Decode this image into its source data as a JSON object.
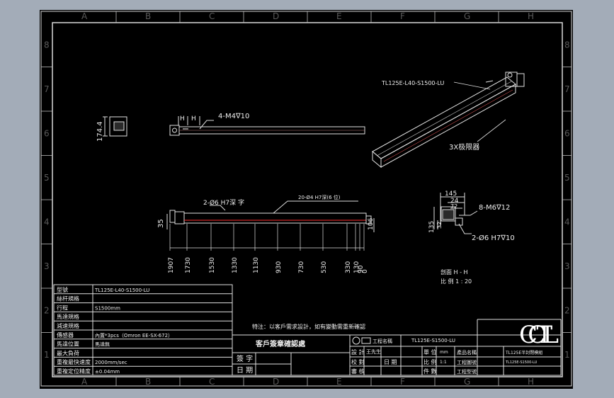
{
  "frame": {
    "column_letters": [
      "A",
      "B",
      "C",
      "D",
      "E",
      "F",
      "G",
      "H"
    ],
    "row_numbers": [
      "8",
      "7",
      "6",
      "5",
      "4",
      "3",
      "2",
      "1"
    ]
  },
  "views": {
    "iso_model_label": "TL125E-L40-S1500-LU",
    "iso_sensor_label": "3X极限器",
    "side_height_dim": "174.4",
    "top_hole_dim": "4-M4∇10",
    "top_small_dims": [
      "H",
      "H"
    ],
    "front_hole_left": "2-Ø6 H7深 字",
    "front_top_note": "20-Ø4 H7深(6 位)",
    "front_height_dim": "35",
    "front_right_dim": "106",
    "front_x_dims": [
      "1907",
      "1730",
      "1530",
      "1330",
      "1130",
      "930",
      "730",
      "530",
      "330",
      "130",
      "90",
      "0"
    ],
    "section_dims": {
      "w145": "145",
      "w24": "24",
      "w72": "72",
      "h135": "135",
      "h32": "32"
    },
    "section_hole_top": "8-M6∇12",
    "section_hole_bottom": "2-Ø6 H7∇10",
    "section_caption": "剖面 H - H",
    "section_scale": "比 例 1 : 20"
  },
  "spec_table": {
    "rows": [
      {
        "label": "型號",
        "value": "TL125E-L40-S1500-LU"
      },
      {
        "label": "絲杆規格",
        "value": ""
      },
      {
        "label": "行程",
        "value": "S1500mm"
      },
      {
        "label": "馬達規格",
        "value": ""
      },
      {
        "label": "減速規格",
        "value": ""
      },
      {
        "label": "傳感器",
        "value": "內置*3pcs（Omron EE-SX-672）"
      },
      {
        "label": "馬達位置",
        "value": "馬達無"
      },
      {
        "label": "最大負荷",
        "value": ""
      },
      {
        "label": "重複最快速度",
        "value": "2000mm/sec"
      },
      {
        "label": "重複定位精度",
        "value": "±0.04mm"
      }
    ]
  },
  "note": "特注：以客戶需求設計，如有變動需重新確認",
  "approval": {
    "title": "客戶簽章確認處",
    "sign_label": "簽 字",
    "date_label": "日 期"
  },
  "title_block": {
    "col1": [
      "設 計",
      "校 對",
      "審 核"
    ],
    "col1b": [
      "王先生",
      "",
      ""
    ],
    "col2": [
      "工程名稱",
      "",
      "日 期"
    ],
    "project_name": "TL125E-S1500-LU",
    "col3": [
      "單 位",
      "比 例",
      "件 數"
    ],
    "col3b": [
      "mm",
      "1:1",
      ""
    ],
    "col4": [
      "產品名稱",
      "工程圖號",
      "工程型號"
    ],
    "product_name": "TL125E半封閉模組",
    "drawing_no": "TL125E-S1500-LU",
    "logo": "CCTL"
  }
}
